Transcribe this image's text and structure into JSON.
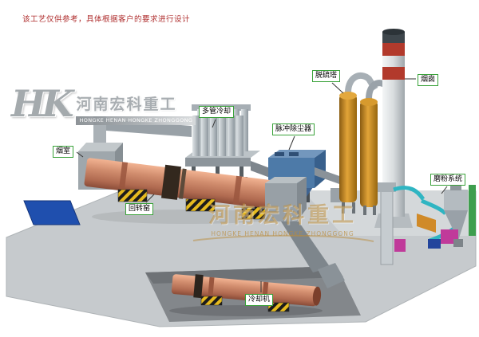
{
  "disclaimer": {
    "text": "该工艺仅供参考，具体根据客户的要求进行设计"
  },
  "logo": {
    "monogram": "HK",
    "company_cn": "河南宏科重工",
    "company_en": "HONGKE HENAN HONGKE ZHONGGONG"
  },
  "watermark": {
    "cn": "河南宏科重工",
    "en": "HONGKE HENAN HONGKE ZHONGGONG"
  },
  "equipment_labels": {
    "smoke_chamber": "烟室",
    "rotary_kiln": "回转窑",
    "multi_tube_cooler": "多管冷却",
    "pulse_dust_collector": "脉冲除尘器",
    "desulfurization_tower": "脱硫塔",
    "chimney": "烟囱",
    "grinding_system": "磨粉系统",
    "cooling_machine": "冷却机"
  },
  "colors": {
    "kiln_salmon": "#cf8a72",
    "platform_gray": "#c6cacd",
    "trench_gray": "#83878b",
    "chimney_red": "#b23a2c",
    "tower_orange": "#c8831f",
    "dust_collector_blue": "#4d7aa8",
    "pipe_cyan": "#2fb5c2",
    "pipe_green": "#3e9e4e",
    "accent_magenta": "#c03a9a",
    "label_border_green": "#3aa23a",
    "disclaimer_red": "#b03030",
    "watermark_tan": "#ba8c3c",
    "pond_blue": "#1f4fae",
    "hazard_yellow": "#e6bb1f"
  }
}
